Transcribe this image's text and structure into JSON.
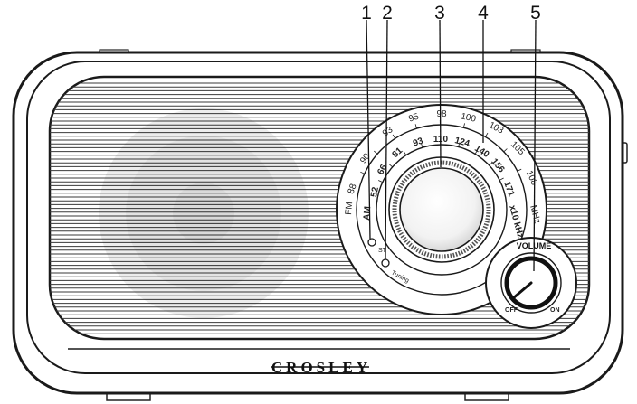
{
  "callouts": [
    "1",
    "2",
    "3",
    "4",
    "5"
  ],
  "brand": "CROSLEY",
  "dial": {
    "fm_band": "FM",
    "fm_scale": [
      "88",
      "90",
      "93",
      "95",
      "98",
      "100",
      "103",
      "105",
      "108"
    ],
    "fm_unit": "MHz",
    "am_band": "AM",
    "am_scale": [
      "52",
      "66",
      "81",
      "93",
      "110",
      "124",
      "140",
      "156",
      "171"
    ],
    "am_unit": "x10 kHz"
  },
  "indicators": {
    "fm_st_label": "ST",
    "tuning_label": "Tuning"
  },
  "volume": {
    "label": "VOLUME",
    "off_label": "OFF",
    "on_label": "ON"
  }
}
